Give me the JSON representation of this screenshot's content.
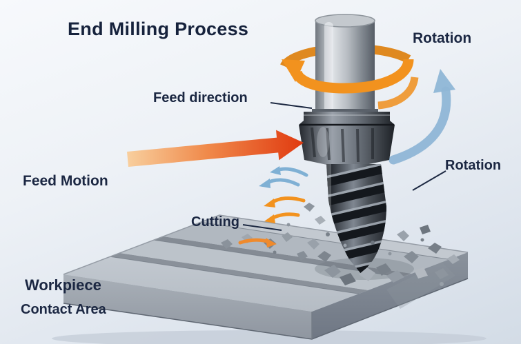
{
  "diagram": {
    "title": "End Milling Process",
    "labels": {
      "rotation_top": "Rotation",
      "feed_direction": "Feed direction",
      "feed_motion": "Feed Motion",
      "rotation_right": "Rotation",
      "cutting": "Cutting",
      "workpiece": "Workpiece",
      "contact_area": "Contact Area"
    },
    "colors": {
      "text": "#1b2742",
      "feed_arrow_start": "#f8cf9e",
      "feed_arrow_end": "#e03a10",
      "rotation_orange": "#f2921e",
      "rotation_blue": "#8fb6d6",
      "tool_metal_dark": "#2b3037",
      "tool_metal_light": "#d6dadf",
      "workpiece_top": "#c6ccd3",
      "workpiece_front": "#9aa1ab",
      "background_top": "#f7f9fc",
      "background_bottom": "#d3dce6"
    }
  }
}
